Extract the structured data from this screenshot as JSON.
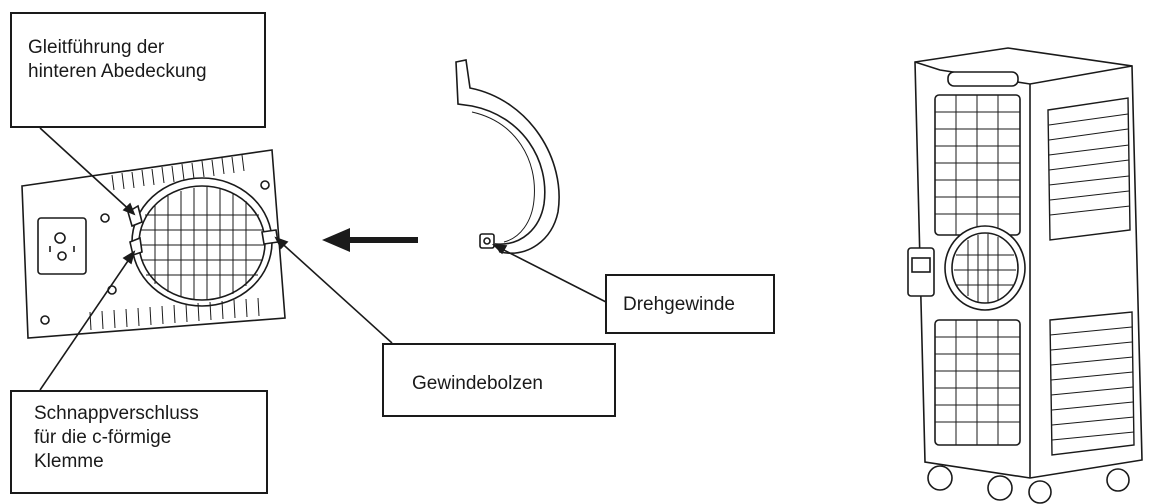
{
  "callouts": {
    "slide_guide": {
      "line1": "Gleitführung der",
      "line2": "hinteren Abedeckung"
    },
    "rotary_thread": {
      "line1": "Drehgewinde"
    },
    "threaded_bolt": {
      "line1": "Gewindebolzen"
    },
    "snap_lock": {
      "line1": "Schnappverschluss",
      "line2": "für die c-förmige",
      "line3": "Klemme"
    }
  },
  "colors": {
    "ink": "#1a1a1a",
    "background": "#ffffff"
  }
}
